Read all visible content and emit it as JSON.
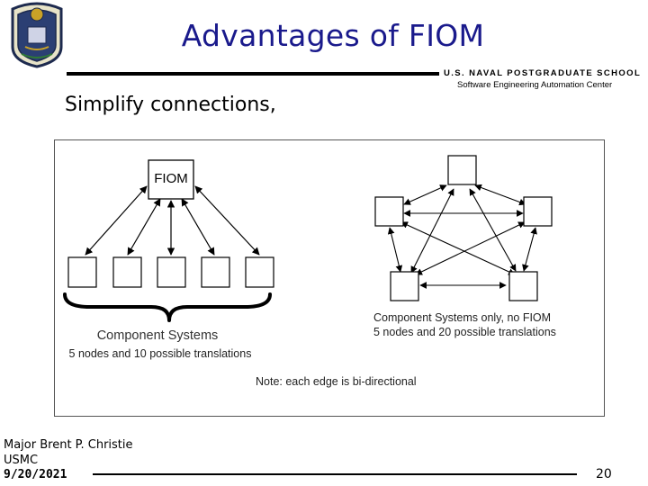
{
  "slide": {
    "title": "Advantages of FIOM",
    "school": "U.S. NAVAL POSTGRADUATE SCHOOL",
    "center": "Software Engineering Automation Center",
    "subtitle": "Simplify connections,",
    "author_name": "Major Brent P. Christie",
    "author_org": "USMC",
    "date": "9/20/2021",
    "page_number": "20"
  },
  "figure": {
    "hub_label": "FIOM",
    "left_caption": "Component Systems",
    "left_count": "5 nodes and 10 possible translations",
    "right_caption": "Component Systems only, no FIOM",
    "right_count": "5 nodes and 20 possible translations",
    "note": "Note: each edge is bi-directional"
  },
  "colors": {
    "title": "#1a1a8c",
    "ink": "#000000"
  }
}
